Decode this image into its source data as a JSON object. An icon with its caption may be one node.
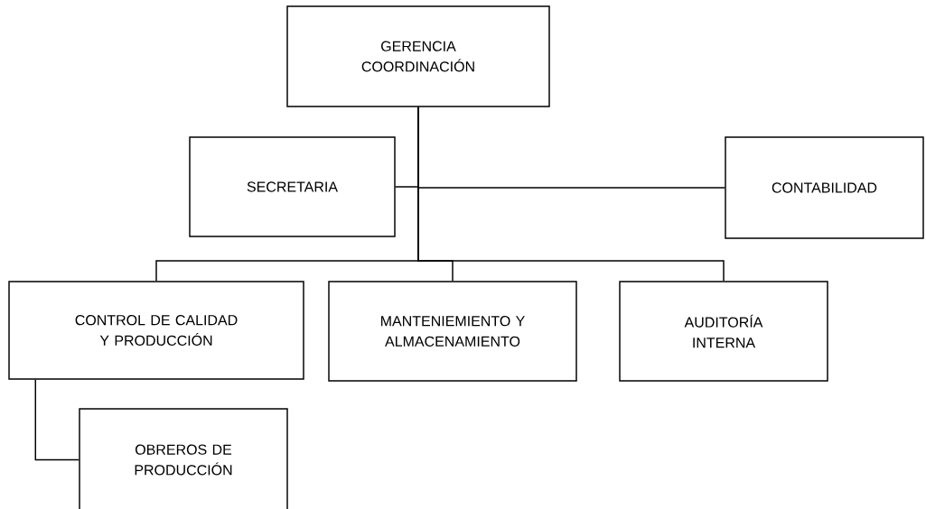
{
  "diagram": {
    "nodes": [
      {
        "text": [
          "GERENCIA COORDINACIÓN"
        ]
      },
      {
        "text": [
          "SECRETARIA"
        ]
      },
      {
        "text": [
          "CONTABILIDAD"
        ]
      },
      {
        "text": [
          "CONTROL DE CALIDAD Y PRODUCCIÓN"
        ]
      },
      {
        "text": [
          "MANTENIEMIENTO Y ALMACENAMIENTO"
        ]
      },
      {
        "text": [
          "AUDITORÍA INTERNA"
        ]
      },
      {
        "text": [
          "OBREROS DE PRODUCCIÓN"
        ]
      }
    ],
    "edges": [
      {
        "from": 0,
        "to": 1,
        "arrow": "none"
      },
      {
        "from": 0,
        "to": 2,
        "arrow": "none"
      },
      {
        "from": 0,
        "to": 3,
        "arrow": "none"
      },
      {
        "from": 0,
        "to": 4,
        "arrow": "none"
      },
      {
        "from": 0,
        "to": 5,
        "arrow": "none"
      },
      {
        "from": 3,
        "to": 6,
        "arrow": "none"
      }
    ]
  }
}
